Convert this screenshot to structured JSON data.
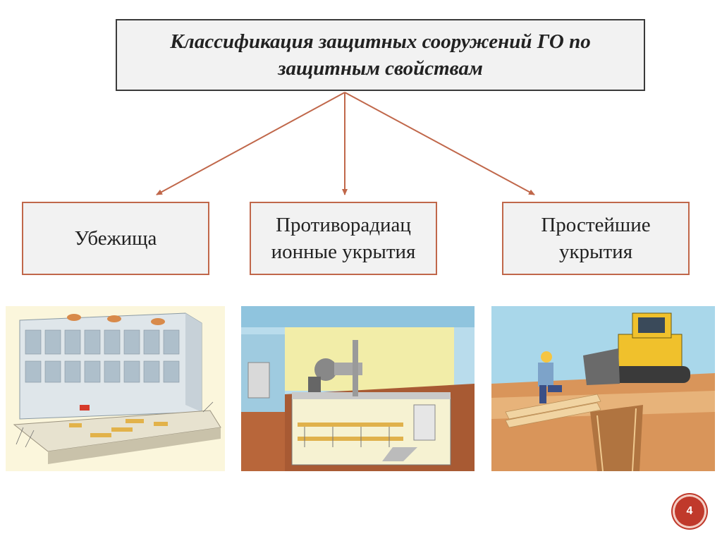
{
  "header": {
    "title": "Классификация защитных сооружений ГО по защитным свойствам"
  },
  "categories": [
    {
      "label": "Убежища"
    },
    {
      "label": "Противорадиац ионные укрытия"
    },
    {
      "label": "Простейшие укрытия"
    }
  ],
  "illustrations": [
    {
      "icon": "shelter-building-illustration"
    },
    {
      "icon": "basement-shelter-illustration"
    },
    {
      "icon": "trench-digging-illustration"
    }
  ],
  "footer": {
    "page_number": "4"
  },
  "colors": {
    "arrow": "#c0674a",
    "box_border_categories": "#c0674a",
    "box_fill": "#f2f2f2",
    "badge": "#c0392b"
  }
}
